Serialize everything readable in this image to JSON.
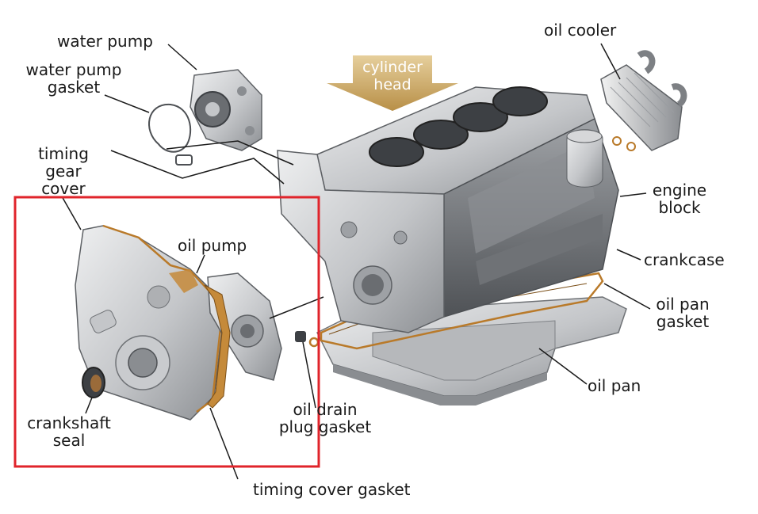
{
  "labels": {
    "water_pump": "water pump",
    "water_pump_gasket_1": "water pump",
    "water_pump_gasket_2": "gasket",
    "timing_gear_cover_1": "timing",
    "timing_gear_cover_2": "gear",
    "timing_gear_cover_3": "cover",
    "cylinder_head_1": "cylinder",
    "cylinder_head_2": "head",
    "oil_cooler": "oil cooler",
    "engine_block_1": "engine",
    "engine_block_2": "block",
    "crankcase": "crankcase",
    "oil_pump": "oil pump",
    "oil_pan_gasket_1": "oil pan",
    "oil_pan_gasket_2": "gasket",
    "oil_pan": "oil pan",
    "oil_drain_1": "oil drain",
    "oil_drain_2": "plug gasket",
    "crankshaft_seal_1": "crankshaft",
    "crankshaft_seal_2": "seal",
    "timing_cover_gasket": "timing cover gasket"
  },
  "colors": {
    "highlight_box": "#e0242b",
    "arrow_gold": "#c9a35c",
    "gasket_orange": "#b97a2a",
    "metal_light": "#d9dadc",
    "metal_mid": "#a9abae",
    "metal_dark": "#5d6064"
  }
}
